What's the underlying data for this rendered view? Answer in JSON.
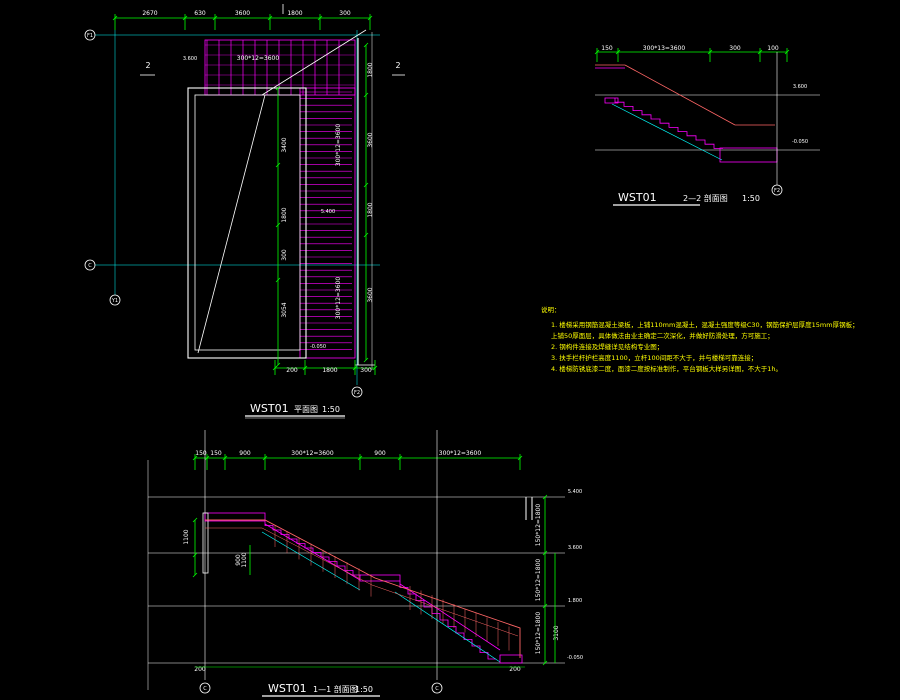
{
  "colors": {
    "background": "#000000",
    "dimension": "#00ff00",
    "stair": "#ff00ff",
    "structure": "#ffffff",
    "note": "#ffff00",
    "grid": "#00ffff",
    "rail": "#ff6666"
  },
  "plan": {
    "title": "WST01",
    "subtitle": "平面图",
    "scale": "1:50",
    "dims_top": [
      "2670",
      "630",
      "3600",
      "1800",
      "300"
    ],
    "dims_bottom": [
      "200",
      "1800",
      "300"
    ],
    "dims_right": [
      "1800",
      "3600",
      "1800",
      "3600"
    ],
    "dims_left": [
      "3400",
      "1800",
      "300",
      "3054"
    ],
    "flight_labels": [
      "300*12=3600",
      "300*12=3600",
      "300*12=3600"
    ],
    "grid_labels": [
      "F1",
      "C",
      "Y1",
      "F2",
      "C"
    ],
    "section_marks": [
      "2",
      "2"
    ],
    "level_labels": [
      "3.600",
      "5.400",
      "-0.050"
    ]
  },
  "section22": {
    "title": "WST01",
    "subtitle": "2—2 剖面图",
    "scale": "1:50",
    "dims_top": [
      "150",
      "300*13=3600",
      "300",
      "100"
    ],
    "level_labels": [
      "3.600",
      "-0.050"
    ],
    "grid_label": "F2"
  },
  "notes": {
    "heading": "说明：",
    "items": [
      "1. 楼梯采用钢筋混凝土梁板，上铺110mm混凝土，混凝土强度等级C30，钢筋保护层厚度15mm厚钢板；",
      "   上铺50厚面层，具体做法由业主确定二次深化，并做好防滑处理，方可施工；",
      "2. 钢构件连接及焊缝详见结构专业图；",
      "3. 扶手栏杆护栏高度1100，立杆100间距不大于，并与楼梯可靠连接；",
      "4. 楼梯防锈底漆二度，面漆二度按标准制作，平台钢板大样另详图，不大于1h。"
    ]
  },
  "section11": {
    "title": "WST01",
    "subtitle": "1—1 剖面图",
    "scale": "1:50",
    "dims_top": [
      "150",
      "150",
      "900",
      "300*12=3600",
      "900",
      "300*12=3600"
    ],
    "dims_right": [
      "150*12=1800",
      "150*12=1800",
      "150*12=1800"
    ],
    "dims_right_extra": [
      "3100"
    ],
    "level_labels": [
      "5.400",
      "3.600",
      "1.800",
      "-0.050"
    ],
    "left_dims": [
      "1100",
      "900"
    ],
    "rail_dims": [
      "900",
      "1100"
    ],
    "bottom_dims": [
      "200",
      "200"
    ],
    "grid_labels": [
      "C",
      "C"
    ]
  }
}
